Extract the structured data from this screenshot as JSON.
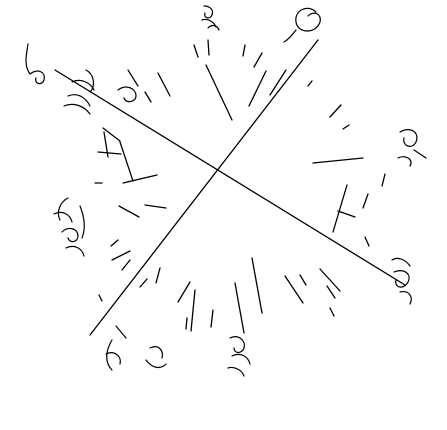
{
  "figure": {
    "description_kind": "compass-like radial line drawing",
    "stroke_color": "#000000",
    "background_color": "#ffffff",
    "main_axes": [
      {
        "name": "diagonal-axis-nw-se"
      },
      {
        "name": "diagonal-axis-ne-sw"
      }
    ],
    "tick_lines_count": 30,
    "glyph_count": 11
  }
}
